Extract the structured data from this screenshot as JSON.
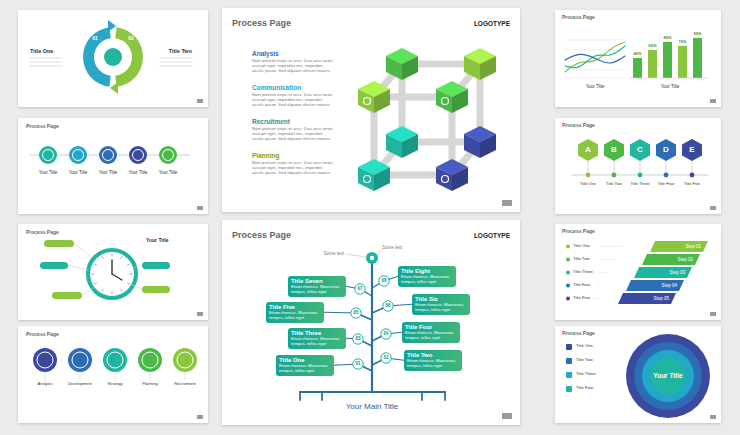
{
  "diagram": {
    "nodes": [
      {
        "text": [
          "Title Eight",
          "Etiam rhoncus. Maecenas tempus, tellus eget"
        ]
      },
      {
        "text": [
          "Title Seven",
          "Etiam rhoncus. Maecenas tempus, tellus eget"
        ]
      },
      {
        "text": [
          "Title Six",
          "Etiam rhoncus. Maecenas tempus, tellus eget"
        ]
      },
      {
        "text": [
          "Title Five",
          "Etiam rhoncus. Maecenas tempus, tellus eget"
        ]
      },
      {
        "text": [
          "Title Four",
          "Etiam rhoncus. Maecenas tempus, tellus eget"
        ]
      },
      {
        "text": [
          "Title Three",
          "Etiam rhoncus. Maecenas tempus, tellus eget"
        ]
      },
      {
        "text": [
          "Title Two",
          "Etiam rhoncus. Maecenas tempus, tellus eget"
        ]
      },
      {
        "text": [
          "Title One",
          "Etiam rhoncus. Maecenas tempus, tellus eget"
        ]
      },
      {
        "text": [
          "A"
        ]
      },
      {
        "text": [
          "B"
        ]
      },
      {
        "text": [
          "C"
        ]
      },
      {
        "text": [
          "D"
        ]
      },
      {
        "text": [
          "E"
        ]
      },
      {
        "text": [
          "Step 01"
        ]
      },
      {
        "text": [
          "Step 02"
        ]
      },
      {
        "text": [
          "Step 03"
        ]
      },
      {
        "text": [
          "Step 04"
        ]
      },
      {
        "text": [
          "Step 05"
        ]
      },
      {
        "text": [
          "Your Title"
        ]
      }
    ],
    "labels": [
      "Process Page",
      "LOGOTYPE",
      "Analysis",
      "Nam pretium turpis et arcu. Duis arcu tortor, suscipit eget, imperdiet nec, imperdiet iaculis ipsum. Sed aliquam ultrices mauris.",
      "Communication",
      "Nam pretium turpis et arcu. Duis arcu tortor, suscipit eget, imperdiet nec, imperdiet iaculis ipsum. Sed aliquam ultrices mauris.",
      "Recruitment",
      "Nam pretium turpis et arcu. Duis arcu tortor, suscipit eget, imperdiet nec, imperdiet iaculis ipsum. Sed aliquam ultrices mauris.",
      "Planning",
      "Nam pretium turpis et arcu. Duis arcu tortor, suscipit eget, imperdiet nec, imperdiet iaculis ipsum. Sed aliquam ultrices mauris.",
      "Process Page",
      "LOGOTYPE",
      "Some text",
      "Some text",
      "08",
      "07",
      "06",
      "05",
      "04",
      "03",
      "02",
      "01",
      "Your Main Title",
      "Process Page",
      "40%",
      "60%",
      "80%",
      "70%",
      "90%",
      "Your Title",
      "Your Title",
      "Process Page",
      "Title One",
      "Title Two",
      "Title Three",
      "Title Four",
      "Title Five",
      "Process Page",
      "Title One",
      "Title Two",
      "Title Three",
      "Title Four",
      "Title Five",
      "Process Page",
      "Title One",
      "Title Two",
      "Title Three",
      "Title Four",
      "Title One",
      "Title Two",
      "01",
      "02",
      "Process Page",
      "Your Title",
      "Your Title",
      "Your Title",
      "Your Title",
      "Your Title",
      "Process Page",
      "Your Title",
      "Process Page",
      "Analysis",
      "Development",
      "Strategy",
      "Planning",
      "Recruitment"
    ]
  }
}
